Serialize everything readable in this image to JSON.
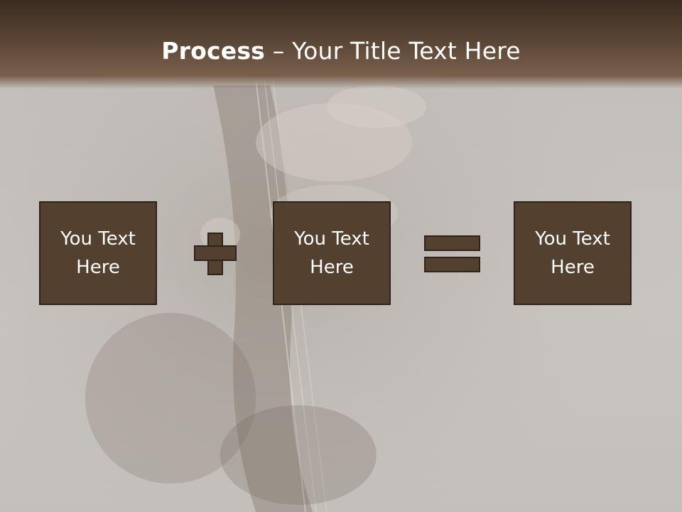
{
  "title": {
    "bold": "Process",
    "rest": " – Your Title Text Here"
  },
  "boxes": [
    {
      "text": "You Text Here"
    },
    {
      "text": "You Text Here"
    },
    {
      "text": "You Text Here"
    }
  ],
  "operators": [
    "plus-icon",
    "equals-icon"
  ],
  "colors": {
    "box_fill": "#54402f",
    "box_border": "#2e241c",
    "title_bar": "#5a4535",
    "background": "#c5c1bd"
  }
}
